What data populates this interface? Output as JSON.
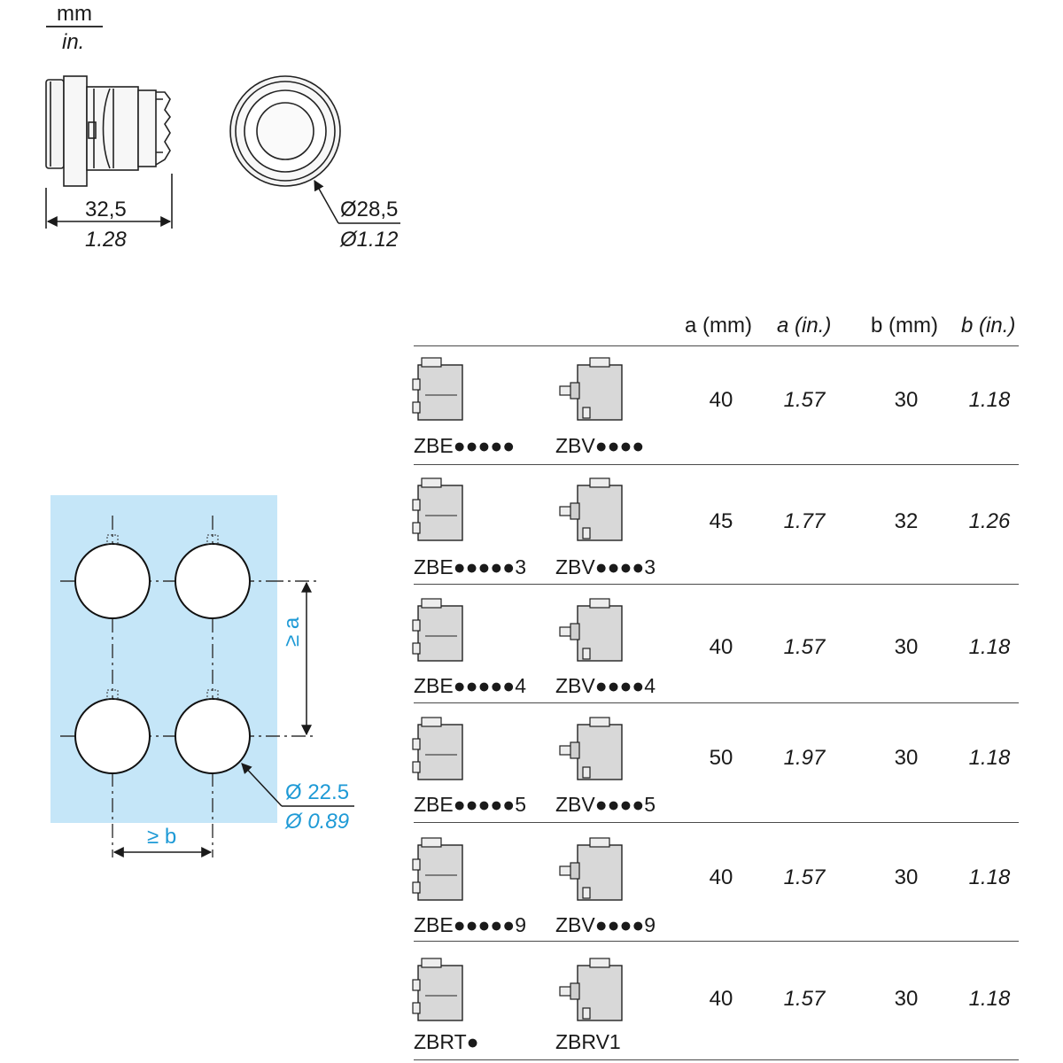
{
  "units": {
    "mm": "mm",
    "in": "in."
  },
  "pushbutton": {
    "width_mm": "32,5",
    "width_in": "1.28",
    "diameter_mm": "Ø28,5",
    "diameter_in": "Ø1.12"
  },
  "mounting": {
    "spacing_a_label": "≥ a",
    "spacing_b_label": "≥ b",
    "hole_diameter_mm": "Ø 22.5",
    "hole_diameter_in": "Ø 0.89",
    "panel_color": "#c5e6f8",
    "accent_color": "#1e9ad6"
  },
  "table": {
    "headers": {
      "a_mm": "a (mm)",
      "a_in": "a (in.)",
      "b_mm": "b (mm)",
      "b_in": "b (in.)"
    },
    "rows": [
      {
        "code_left": "ZBE●●●●●",
        "code_right": "ZBV●●●●",
        "a_mm": "40",
        "a_in": "1.57",
        "b_mm": "30",
        "b_in": "1.18"
      },
      {
        "code_left": "ZBE●●●●●3",
        "code_right": "ZBV●●●●3",
        "a_mm": "45",
        "a_in": "1.77",
        "b_mm": "32",
        "b_in": "1.26"
      },
      {
        "code_left": "ZBE●●●●●4",
        "code_right": "ZBV●●●●4",
        "a_mm": "40",
        "a_in": "1.57",
        "b_mm": "30",
        "b_in": "1.18"
      },
      {
        "code_left": "ZBE●●●●●5",
        "code_right": "ZBV●●●●5",
        "a_mm": "50",
        "a_in": "1.97",
        "b_mm": "30",
        "b_in": "1.18"
      },
      {
        "code_left": "ZBE●●●●●9",
        "code_right": "ZBV●●●●9",
        "a_mm": "40",
        "a_in": "1.57",
        "b_mm": "30",
        "b_in": "1.18"
      },
      {
        "code_left": "ZBRT●",
        "code_right": "ZBRV1",
        "a_mm": "40",
        "a_in": "1.57",
        "b_mm": "30",
        "b_in": "1.18"
      }
    ]
  }
}
